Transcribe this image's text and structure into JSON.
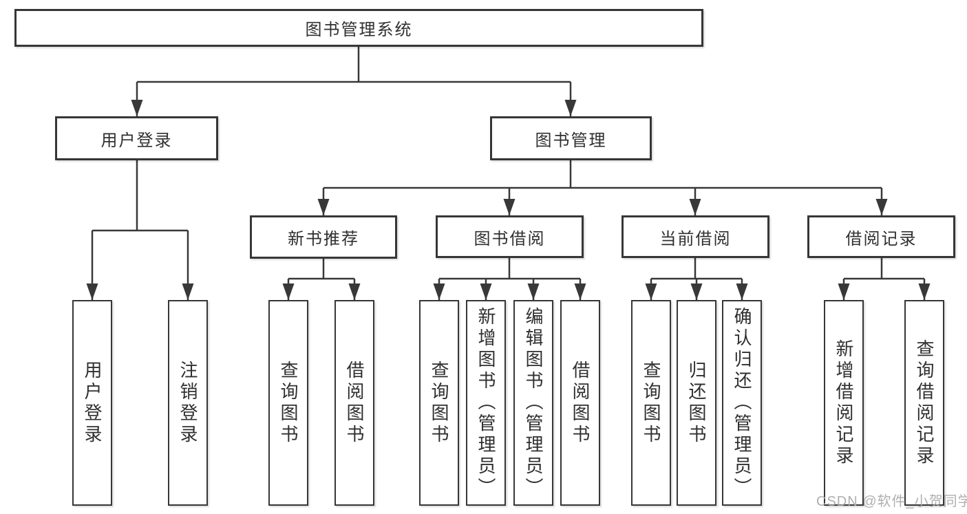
{
  "tree": {
    "label": "图书管理系统",
    "children": [
      {
        "label": "用户登录",
        "children": [
          {
            "label": "用户登录"
          },
          {
            "label": "注销登录"
          }
        ]
      },
      {
        "label": "图书管理",
        "children": [
          {
            "label": "新书推荐",
            "children": [
              {
                "label": "查询图书"
              },
              {
                "label": "借阅图书"
              }
            ]
          },
          {
            "label": "图书借阅",
            "children": [
              {
                "label": "查询图书"
              },
              {
                "label": "新增图书（管理员）"
              },
              {
                "label": "编辑图书（管理员）"
              },
              {
                "label": "借阅图书"
              }
            ]
          },
          {
            "label": "当前借阅",
            "children": [
              {
                "label": "查询图书"
              },
              {
                "label": "归还图书"
              },
              {
                "label": "确认归还（管理员）"
              }
            ]
          },
          {
            "label": "借阅记录",
            "children": [
              {
                "label": "新增借阅记录"
              },
              {
                "label": "查询借阅记录"
              }
            ]
          }
        ]
      }
    ]
  },
  "watermark": {
    "text": "CSDN @软件_小贺同学"
  },
  "colors": {
    "background": "#ffffff",
    "line": "#383838",
    "box_border": "#363636",
    "text": "#2f2f2f",
    "watermark": "#a8a8a8"
  }
}
